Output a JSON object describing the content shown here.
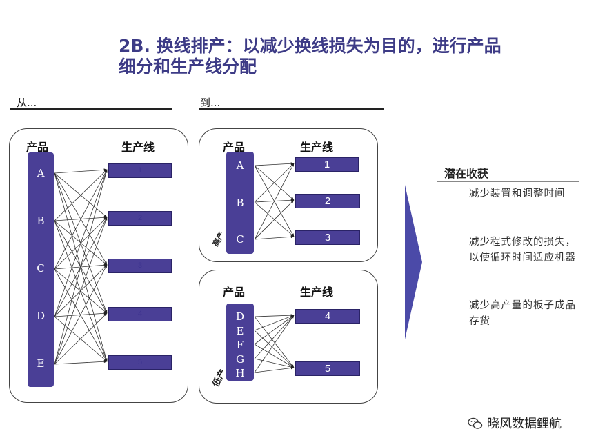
{
  "title": {
    "line1": "2B. 换线排产：以减少换线损失为目的，进行产品",
    "line2": "细分和生产线分配"
  },
  "from_label": "从...",
  "to_label": "到...",
  "left_panel": {
    "products_header": "产品",
    "lines_header": "生产线",
    "products": [
      "A",
      "B",
      "C",
      "D",
      "E"
    ],
    "lines": [
      "1",
      "2",
      "3",
      "4",
      "5"
    ]
  },
  "top_right_panel": {
    "products_header": "产品",
    "lines_header": "生产线",
    "products": [
      "A",
      "B",
      "C"
    ],
    "lines": [
      "1",
      "2",
      "3"
    ],
    "side_label": "高产"
  },
  "bottom_right_panel": {
    "products_header": "产品",
    "lines_header": "生产线",
    "products": [
      "D",
      "E",
      "F",
      "G",
      "H"
    ],
    "lines": [
      "4",
      "5"
    ],
    "side_label": "低产"
  },
  "gains": {
    "title": "潜在收获",
    "items": [
      "减少装置和调整时间",
      "减少程式修改的损失，以使循环时间适应机器",
      "减少高产量的板子成品存货"
    ]
  },
  "watermark": "晓风数据鲤航",
  "colors": {
    "accent": "#4a3f96",
    "title": "#3d3b86",
    "arrow": "#4b4aa8"
  }
}
